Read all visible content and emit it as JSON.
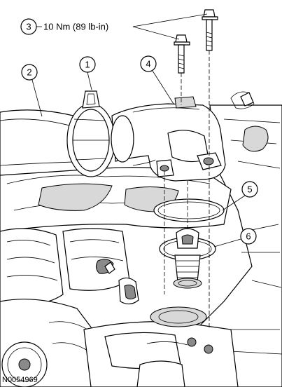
{
  "callouts": {
    "c1": "1",
    "c2": "2",
    "c3": "3",
    "c4": "4",
    "c5": "5",
    "c6": "6"
  },
  "torque_spec": "10 Nm (89 lb-in)",
  "figure_id": "N0054969"
}
